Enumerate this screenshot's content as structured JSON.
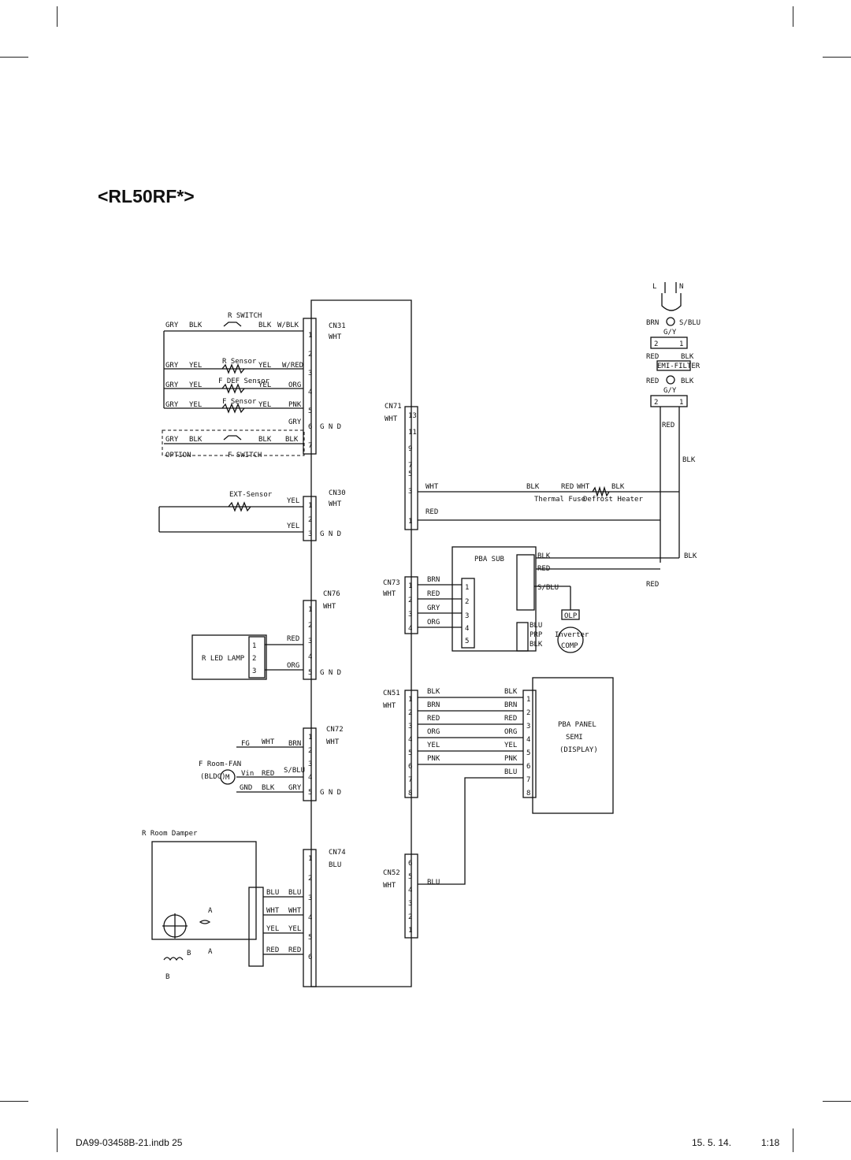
{
  "page_title": "<RL50RF*>",
  "footer": {
    "file": "DA99-03458B-21.indb   25",
    "date": "15. 5. 14.",
    "time": "1:18"
  },
  "main_board": {
    "connectors": {
      "cn31": {
        "label": "CN31",
        "color": "WHT",
        "pins": [
          "1",
          "2",
          "3",
          "4",
          "5",
          "6",
          "7"
        ],
        "gnd": "G N D"
      },
      "cn30": {
        "label": "CN30",
        "color": "WHT",
        "pins": [
          "1",
          "2",
          "3"
        ],
        "gnd": "G N D"
      },
      "cn76": {
        "label": "CN76",
        "color": "WHT",
        "pins": [
          "1",
          "2",
          "3",
          "4",
          "5"
        ],
        "gnd": "G N D"
      },
      "cn72": {
        "label": "CN72",
        "color": "WHT",
        "pins": [
          "1",
          "2",
          "3",
          "4",
          "5"
        ],
        "gnd": "G N D"
      },
      "cn74": {
        "label": "CN74",
        "color": "BLU",
        "pins": [
          "1",
          "2",
          "3",
          "4",
          "5",
          "6"
        ]
      },
      "cn71": {
        "label": "CN71",
        "color": "WHT",
        "pins": [
          "13",
          "11",
          "9",
          "7",
          "5",
          "3",
          "1"
        ]
      },
      "cn73": {
        "label": "CN73",
        "color": "WHT",
        "pins": [
          "1",
          "2",
          "3",
          "4"
        ]
      },
      "cn51": {
        "label": "CN51",
        "color": "WHT",
        "pins": [
          "1",
          "2",
          "3",
          "4",
          "5",
          "6",
          "7",
          "8"
        ]
      },
      "cn52": {
        "label": "CN52",
        "color": "WHT",
        "pins": [
          "6",
          "5",
          "4",
          "3",
          "2",
          "1"
        ]
      }
    }
  },
  "sensors": {
    "r_switch": "R SWITCH",
    "r_sensor": "R Sensor",
    "f_def_sensor": "F DEF Sensor",
    "f_sensor": "F Sensor",
    "f_switch": "F SWITCH",
    "option": "OPTION",
    "ext_sensor": "EXT-Sensor",
    "r_led_lamp": "R LED LAMP",
    "f_room_fan": "F Room-FAN",
    "bldc": "(BLDC)",
    "motor": "M",
    "fg": "FG",
    "vin": "Vin",
    "gnd_small": "GND",
    "r_room_damper": "R Room Damper",
    "coil_a_bar": "A",
    "coil_a": "A",
    "coil_b": "B",
    "coil_b2": "B"
  },
  "wires": {
    "gry": "GRY",
    "blk": "BLK",
    "yel": "YEL",
    "wblk": "W/BLK",
    "wred": "W/RED",
    "org": "ORG",
    "pnk": "PNK",
    "red": "RED",
    "wht": "WHT",
    "brn": "BRN",
    "sblu": "S/BLU",
    "blu": "BLU",
    "prp": "PRP",
    "gy": "G/Y"
  },
  "power": {
    "l": "L",
    "n": "N",
    "emi_filter": "EMI-FILTER",
    "term_2": "2",
    "term_1": "1",
    "thermal_fuse": "Thermal Fuse",
    "defrost_heater": "Defrost Heater"
  },
  "pba_sub": {
    "label": "PBA SUB",
    "olp": "OLP",
    "inverter": "Inverter",
    "comp": "COMP",
    "pins": [
      "1",
      "2",
      "3",
      "4",
      "5"
    ]
  },
  "pba_panel": {
    "line1": "PBA PANEL",
    "line2": "SEMI",
    "line3": "(DISPLAY)",
    "pins": [
      "1",
      "2",
      "3",
      "4",
      "5",
      "6",
      "7",
      "8"
    ]
  }
}
